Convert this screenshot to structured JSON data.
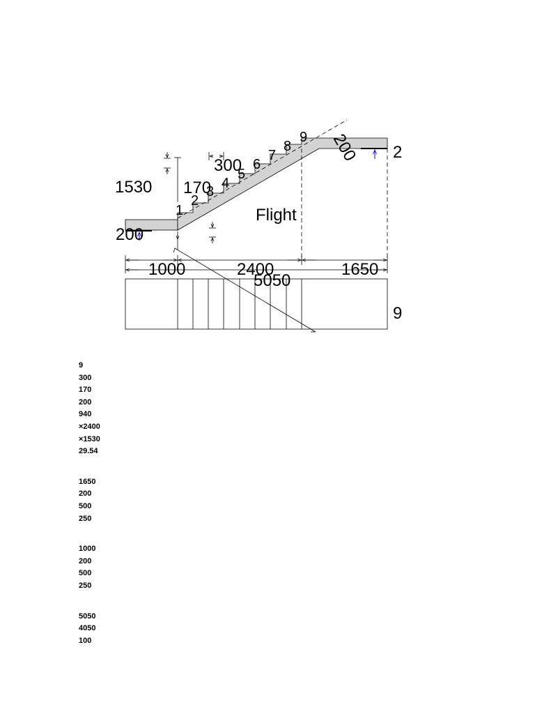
{
  "diagram": {
    "steps": [
      "1",
      "2",
      "3",
      "4",
      "5",
      "6",
      "7",
      "8",
      "9"
    ],
    "dims": {
      "riser_height": "1530",
      "riser": "170",
      "tread": "300",
      "slab_bottom": "200",
      "slab_incline": "200",
      "landing_top_right": "2",
      "span_left": "1000",
      "span_mid": "2400",
      "span_right": "1650",
      "span_total": "5050",
      "plan_count": "9"
    },
    "flight_label": "Flight"
  },
  "notes": [
    [
      "9",
      "300",
      "170",
      "200",
      "940",
      "×2400",
      "×1530",
      "29.54"
    ],
    [
      "1650",
      "200",
      "500",
      "250"
    ],
    [
      "1000",
      "200",
      "500",
      "250"
    ],
    [
      "5050",
      "4050",
      "100"
    ]
  ],
  "colors": {
    "slab_fill": "#d3d3d3",
    "arrow_blue": "#0000ff"
  }
}
